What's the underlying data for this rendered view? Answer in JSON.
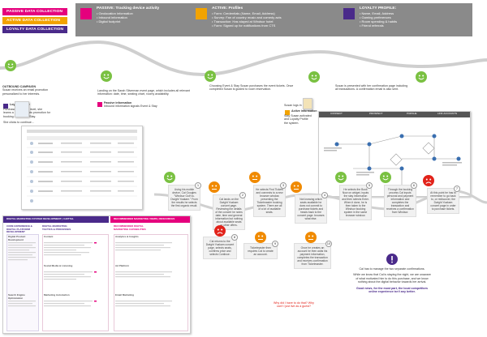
{
  "legend": [
    {
      "label": "PASSIVE DATA COLLECTION",
      "color": "#e5007d"
    },
    {
      "label": "ACTIVE DATA COLLECTION",
      "color": "#f2a300"
    },
    {
      "label": "LOYALTY DATA COLLECTION",
      "color": "#4a2a8a"
    }
  ],
  "header": {
    "passive": {
      "title": "PASSIVE: Tracking device activity",
      "items": [
        "Geolocation information",
        "Inbound information",
        "Digital footprint"
      ]
    },
    "active": {
      "title": "ACTIVE: Profiles",
      "items": [
        "Form: Credentials (Name, Email, Address)",
        "Survey: Fan of country music and comedy acts",
        "Transaction: Has stayed at Windsor hotel",
        "Form: Signed up for notifications from CTS"
      ]
    },
    "loyalty": {
      "title": "LOYALTY PROFILE:",
      "items": [
        "Name, Email, Address",
        "Gaming preferences",
        "Room spending & habits",
        "Friend referrals"
      ]
    }
  },
  "journey_captions": {
    "c1_title": "OUTBOUND CAMPAIGN",
    "c1_text": "Susan receives an email promotion personalized to her interests.",
    "c1_loyalty_title": "Loyalty Profile",
    "c1_loyalty_text": "Purchased on her fil level, she learns a Loyalty points promotion for booking on Event & Stay.",
    "c1_more": "She clicks to continue...",
    "c2_text": "Landing on the Sarah Silverman event page, which includes all relevant information: date, time, seating chart, roomy availability.",
    "c2_passive_title": "Passive information",
    "c2_passive_text": "Inbound information signals Event & Stay",
    "c3_text": "Choosing Event & Stay Susan purchases the event tickets. Once completed Susan is guided to room reservation.",
    "c4_text": "Susan is presented with her confirmation page including all transactions. A confirmation email is also sent.",
    "c5_text": "Susan logs in",
    "c5_active": "Active information",
    "c5_more": "Stay Susan activated and Loyalty Profile",
    "c5_more2": "the system."
  },
  "flow_diagram": {
    "columns": [
      "CONNECT",
      "PROSPECT",
      "PURSUE",
      "LINK ACCOUNTS"
    ]
  },
  "strategy_doc": {
    "title": "DIGITAL MARKETING SYSTEM DEVELOPMENT",
    "title_suffix": "| CAPITAL",
    "right_title": "RECOMMENDED MARKETING VIEWS",
    "right_suffix": "| RESOURCES",
    "cols": [
      "CORE EXPERIENCE & DIGITAL PLATFORM DEVELOPMENT",
      "DIGITAL MARKETING TACTICS & PROCESSES",
      "RECOMMENDED DIGITAL MARKETING CAPABILITIES"
    ],
    "sections": [
      "Digital Product Development",
      "Content",
      "Social Media & Listening",
      "Marketing Automation",
      "Analytics & Insights",
      "Ad Platform",
      "Email Marketing",
      "Search Engine Optimization"
    ]
  },
  "journey_cards": [
    {
      "num": "1",
      "mood": "happy",
      "text": "Using his mobile device, Cal Googles \"Windsor Golf vs. Dwight Yoakam.\" From the results he selects the first organic result."
    },
    {
      "num": "2",
      "mood": "neutral",
      "text": "Cal lands on the Dwight Yoakam concert page. Reviewing the details of the concert he notes date, time and general information but nothing about available seats or other offers."
    },
    {
      "num": "3",
      "mood": "neutral",
      "text": "He selects Find Tickets and connects to a new browser window presenting the Ticketmaster booking system. There are all of a lot of available seats."
    },
    {
      "num": "4",
      "mood": "neutral",
      "text": "Not knowing which seats available he does not commit to purchase tickets and heads back to the concert page. browses what else."
    },
    {
      "num": "5",
      "mood": "happy",
      "text": "He selects the Book Now on widget, inputs the stay information and then selects Enter. When it done, he is then taken to the Windsor booking system in the same browser window."
    },
    {
      "num": "6",
      "mood": "happy",
      "text": "Through the booking process Cal inputs personal and payment information and completes the transaction and receives a confirmation from Windsor."
    },
    {
      "num": "7",
      "mood": "sad",
      "text": "At this point he has to remember to go back to, or rediscover, the Dwight Yoakam concert page in order to purchase tickets."
    }
  ],
  "bottom_cards": [
    {
      "num": "8",
      "mood": "sad",
      "text": "Cal returns to the Dwight Yoakam concert page, selects seats, confirms price and selects Continue."
    },
    {
      "num": "9",
      "mood": "neutral",
      "text": "Ticketmaster then requires Cal to create an account."
    },
    {
      "num": "10",
      "mood": "neutral",
      "text": "Once he creates an account he then adds his payment information, completes the transaction and receives confirmation from Ticketmaster."
    }
  ],
  "question_note": "Why did I have to do that? Why can't I just live as a guest?",
  "summary": {
    "p1": "Cal has to manage the two separate confirmations.",
    "p2": "While we know that Cal is staying the night, we are unaware of what motivated him to do this purchase, and we know nothing about the digital behavior towards her arrival.",
    "p3": "Good news, for the most part, the local competitors online experience isn't any better."
  },
  "colors": {
    "green": "#7ac142",
    "red": "#e2231a",
    "orange": "#f08a00",
    "purple": "#4a2a8a",
    "pink": "#e5007d",
    "yellow": "#f2a300"
  }
}
